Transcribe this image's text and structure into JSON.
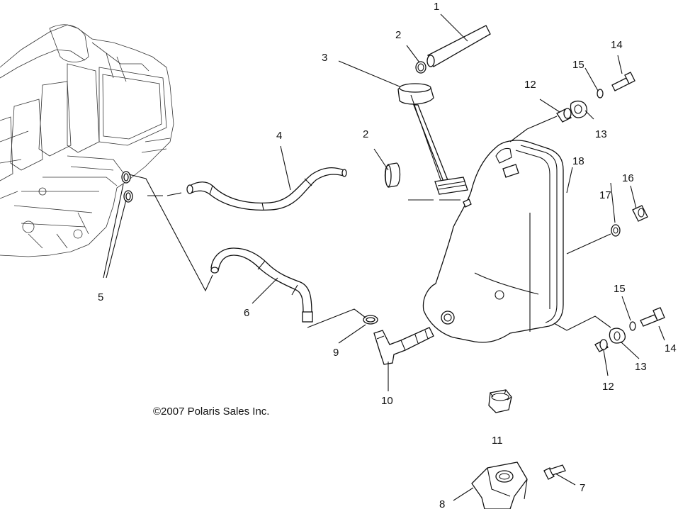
{
  "copyright": "©2007 Polaris Sales Inc.",
  "callouts": {
    "c1": "1",
    "c2a": "2",
    "c2b": "2",
    "c3": "3",
    "c4": "4",
    "c5": "5",
    "c6": "6",
    "c7": "7",
    "c8": "8",
    "c9": "9",
    "c10": "10",
    "c11": "11",
    "c12a": "12",
    "c12b": "12",
    "c13a": "13",
    "c13b": "13",
    "c14a": "14",
    "c14b": "14",
    "c15a": "15",
    "c15b": "15",
    "c16": "16",
    "c17": "17",
    "c18": "18"
  }
}
